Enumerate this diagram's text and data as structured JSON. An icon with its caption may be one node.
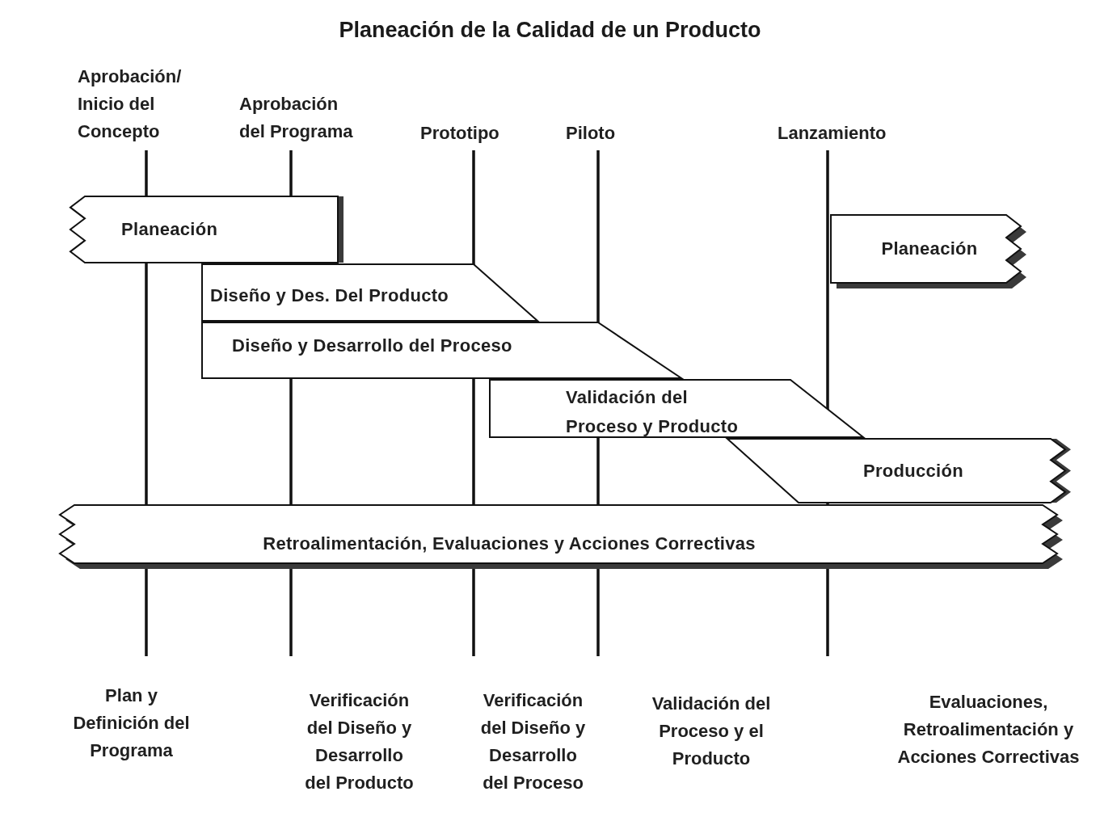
{
  "diagram": {
    "title": "Planeación de la Calidad de un Producto",
    "nodes": [
      {
        "text": [
          "Planeación"
        ]
      },
      {
        "text": [
          "Diseño y Des. Del Producto"
        ]
      },
      {
        "text": [
          "Diseño y Desarrollo del Proceso"
        ]
      },
      {
        "text": [
          "Validación del Proceso y Producto"
        ]
      },
      {
        "text": [
          "Producción"
        ]
      },
      {
        "text": [
          "Planeación"
        ]
      },
      {
        "text": [
          "Retroalimentación, Evaluaciones y Acciones Correctivas"
        ]
      }
    ],
    "labels": [
      "Aprobación/ Inicio del Concepto",
      "Aprobación del Programa",
      "Prototipo",
      "Piloto",
      "Lanzamiento",
      "Plan y Definición del Programa",
      "Verificación del Diseño y Desarrollo del Producto",
      "Verificación del Diseño y Desarrollo del Proceso",
      "Validación del Proceso y el Producto",
      "Evaluaciones, Retroalimentación y Acciones Correctivas"
    ]
  }
}
